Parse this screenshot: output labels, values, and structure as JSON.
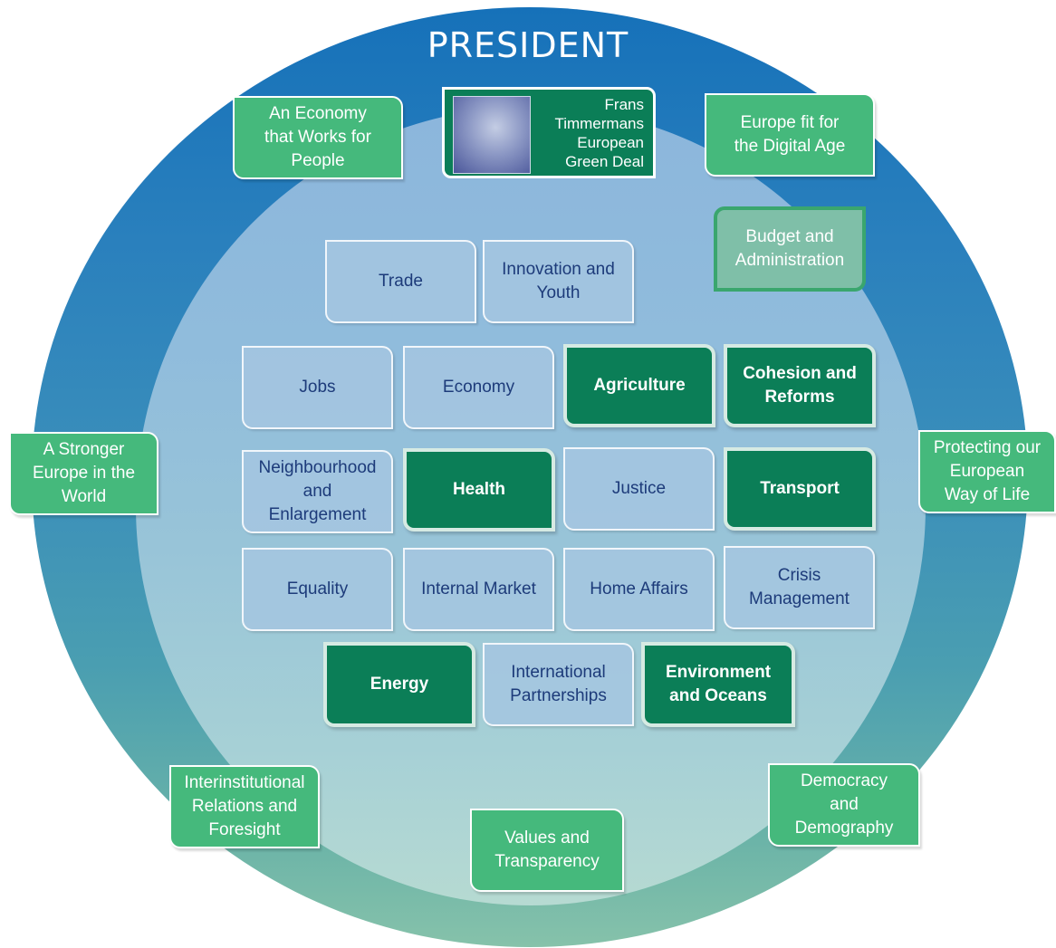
{
  "title": "PRESIDENT",
  "vice_president": {
    "name_lines": [
      "Frans",
      "Timmermans"
    ],
    "portfolio_lines": [
      "European",
      "Green Deal"
    ]
  },
  "priorities": [
    {
      "key": "economy_people",
      "lines": [
        "An Economy",
        "that Works for",
        "People"
      ]
    },
    {
      "key": "digital",
      "lines": [
        "Europe fit for",
        "the Digital Age"
      ]
    },
    {
      "key": "stronger_europe",
      "lines": [
        "A Stronger",
        "Europe in the",
        "World"
      ]
    },
    {
      "key": "way_of_life",
      "lines": [
        "Protecting our",
        "European",
        "Way of Life"
      ]
    },
    {
      "key": "interinstitutional",
      "lines": [
        "Interinstitutional",
        "Relations and",
        "Foresight"
      ]
    },
    {
      "key": "values",
      "lines": [
        "Values and",
        "Transparency"
      ]
    },
    {
      "key": "democracy",
      "lines": [
        "Democracy",
        "and",
        "Demography"
      ]
    }
  ],
  "budget": {
    "lines": [
      "Budget and",
      "Administration"
    ]
  },
  "portfolios": [
    {
      "key": "trade",
      "lines": [
        "Trade"
      ],
      "highlight": false
    },
    {
      "key": "innovation",
      "lines": [
        "Innovation and",
        "Youth"
      ],
      "highlight": false
    },
    {
      "key": "jobs",
      "lines": [
        "Jobs"
      ],
      "highlight": false
    },
    {
      "key": "economy",
      "lines": [
        "Economy"
      ],
      "highlight": false
    },
    {
      "key": "agriculture",
      "lines": [
        "Agriculture"
      ],
      "highlight": true
    },
    {
      "key": "cohesion",
      "lines": [
        "Cohesion and",
        "Reforms"
      ],
      "highlight": true
    },
    {
      "key": "neighbourhood",
      "lines": [
        "Neighbourhood",
        "and",
        "Enlargement"
      ],
      "highlight": false
    },
    {
      "key": "health",
      "lines": [
        "Health"
      ],
      "highlight": true
    },
    {
      "key": "justice",
      "lines": [
        "Justice"
      ],
      "highlight": false
    },
    {
      "key": "transport",
      "lines": [
        "Transport"
      ],
      "highlight": true
    },
    {
      "key": "equality",
      "lines": [
        "Equality"
      ],
      "highlight": false
    },
    {
      "key": "internal_market",
      "lines": [
        "Internal Market"
      ],
      "highlight": false
    },
    {
      "key": "home_affairs",
      "lines": [
        "Home Affairs"
      ],
      "highlight": false
    },
    {
      "key": "crisis",
      "lines": [
        "Crisis",
        "Management"
      ],
      "highlight": false
    },
    {
      "key": "energy",
      "lines": [
        "Energy"
      ],
      "highlight": true
    },
    {
      "key": "international",
      "lines": [
        "International",
        "Partnerships"
      ],
      "highlight": false
    },
    {
      "key": "environment",
      "lines": [
        "Environment",
        "and Oceans"
      ],
      "highlight": true
    }
  ],
  "colors": {
    "outer_ring": "#1671b9",
    "priority_green": "#45b97c",
    "highlight_green": "#0b7e57",
    "portfolio_text": "#1d3b7a"
  }
}
